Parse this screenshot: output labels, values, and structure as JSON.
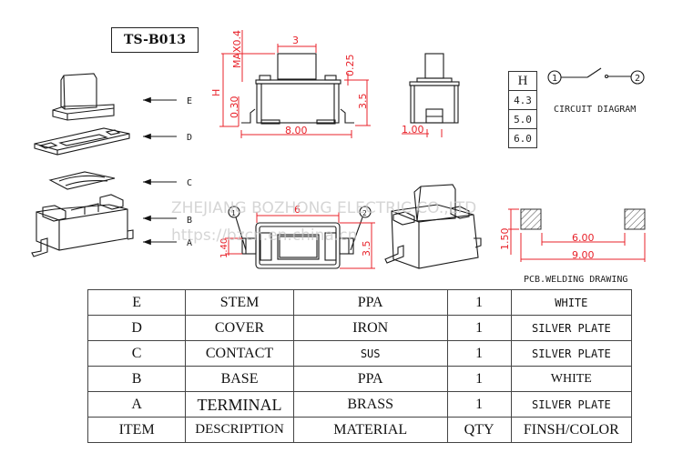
{
  "title": "TS-B013",
  "exploded_view": {
    "labels": [
      "E",
      "D",
      "C",
      "B",
      "A"
    ]
  },
  "front_view": {
    "dimensions": {
      "stem_width": "3",
      "max_travel": "MAX0.4",
      "overall_height": "H",
      "gap_top": "0.25",
      "base_offset": "0.30",
      "body_height": "3.5",
      "overall_width": "8.00"
    }
  },
  "side_view": {
    "dimensions": {
      "terminal_width": "1.00"
    }
  },
  "height_table": {
    "header": "H",
    "values": [
      "4.3",
      "5.0",
      "6.0"
    ]
  },
  "circuit": {
    "pin1": "1",
    "pin2": "2",
    "label": "CIRCUIT DIAGRAM"
  },
  "top_view": {
    "pin1": "1",
    "pin2": "2",
    "dimensions": {
      "body_length": "6",
      "terminal_height": "1.40",
      "body_width": "3.5"
    }
  },
  "pcb": {
    "dimensions": {
      "pad_height": "1.50",
      "inner_spacing": "6.00",
      "outer_spacing": "9.00"
    },
    "label": "PCB.WELDING DRAWING"
  },
  "watermark": {
    "company": "ZHEJIANG BOZHONG ELECTRIC CO.,LTD",
    "url": "https://bzcn.en.china.cn"
  },
  "bom": {
    "rows": [
      {
        "item": "E",
        "description": "STEM",
        "material": "PPA",
        "qty": "1",
        "finish": "WHITE"
      },
      {
        "item": "D",
        "description": "COVER",
        "material": "IRON",
        "qty": "1",
        "finish": "SILVER PLATE"
      },
      {
        "item": "C",
        "description": "CONTACT",
        "material": "SUS",
        "qty": "1",
        "finish": "SILVER PLATE"
      },
      {
        "item": "B",
        "description": "BASE",
        "material": "PPA",
        "qty": "1",
        "finish": "WHITE"
      },
      {
        "item": "A",
        "description": "TERMINAL",
        "material": "BRASS",
        "qty": "1",
        "finish": "SILVER PLATE"
      }
    ],
    "header": {
      "item": "ITEM",
      "description": "DESCRIPTION",
      "material": "MATERIAL",
      "qty": "QTY",
      "finish": "FINSH/COLOR"
    }
  },
  "colors": {
    "dimension": "#e8232b",
    "outline": "#1a1a1a",
    "watermark": "#c8c8c8"
  }
}
